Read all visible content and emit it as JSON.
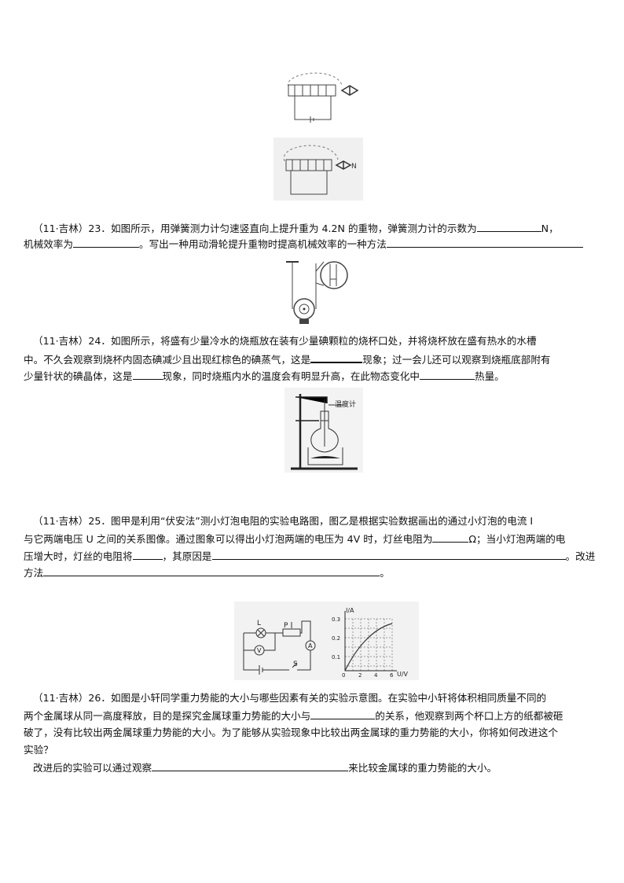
{
  "figures": {
    "compass_label": "N",
    "thermometer_label": "温度计",
    "circuit_labels": {
      "lamp": "L",
      "rheostat": "P",
      "voltmeter": "V",
      "ammeter": "A",
      "switch": "S"
    },
    "graph": {
      "ylabel": "I/A",
      "xlabel": "U/V",
      "yticks": [
        "0.3",
        "0.2",
        "0.1"
      ],
      "xticks": [
        "0",
        "2",
        "4",
        "6"
      ]
    }
  },
  "q23": {
    "lines": [
      [
        "（11·吉林）23．如图所示，用弹簧测力计匀速竖直向上提升重为 4.2N 的重物，弹簧测力计的示数为",
        "N，"
      ],
      [
        "机械效率为",
        "。写出一种用动滑轮提升重物时提高机械效率的一种方法"
      ]
    ]
  },
  "q24": {
    "lines": [
      [
        "（11·吉林）24．如图所示，将盛有少量冷水的烧瓶放在装有少量碘颗粒的烧杯口处，并将烧杯放在盛有热水的水槽"
      ],
      [
        "中。不久会观察到烧杯内固态碘减少且出现红棕色的碘蒸气，这是",
        "现象；过一会儿还可以观察到烧瓶底部附有"
      ],
      [
        "少量针状的碘晶体，这是",
        "现象，同时烧瓶内水的温度会有明显升高，在此物态变化中",
        "热量。"
      ]
    ]
  },
  "q25": {
    "lines": [
      [
        "（11·吉林）25．图甲是利用“伏安法”测小灯泡电阻的实验电路图，图乙是根据实验数据画出的通过小灯泡的电流 I"
      ],
      [
        "与它两端电压 U 之间的关系图像。通过图象可以得出小灯泡两端的电压为 4V 时，灯丝电阻为",
        "Ω；当小灯泡两端的电"
      ],
      [
        "压增大时，灯丝的电阻将",
        "，其原因是",
        "。改进"
      ],
      [
        "方法",
        "。"
      ]
    ]
  },
  "q26": {
    "lines": [
      [
        "（11·吉林）26．如图是小轩同学重力势能的大小与哪些因素有关的实验示意图。在实验中小轩将体积相同质量不同的"
      ],
      [
        "两个金属球从同一高度释放，目的是探究金属球重力势能的大小与",
        "的关系，他观察到两个杯口上方的纸都被砸"
      ],
      [
        "破了，没有比较出两金属球重力势能的大小。为了能够从实验现象中比较出两金属球的重力势能的大小，你将如何改进这个"
      ],
      [
        "实验？"
      ],
      [
        "改进后的实验可以通过观察",
        "来比较金属球的重力势能的大小。"
      ]
    ]
  }
}
